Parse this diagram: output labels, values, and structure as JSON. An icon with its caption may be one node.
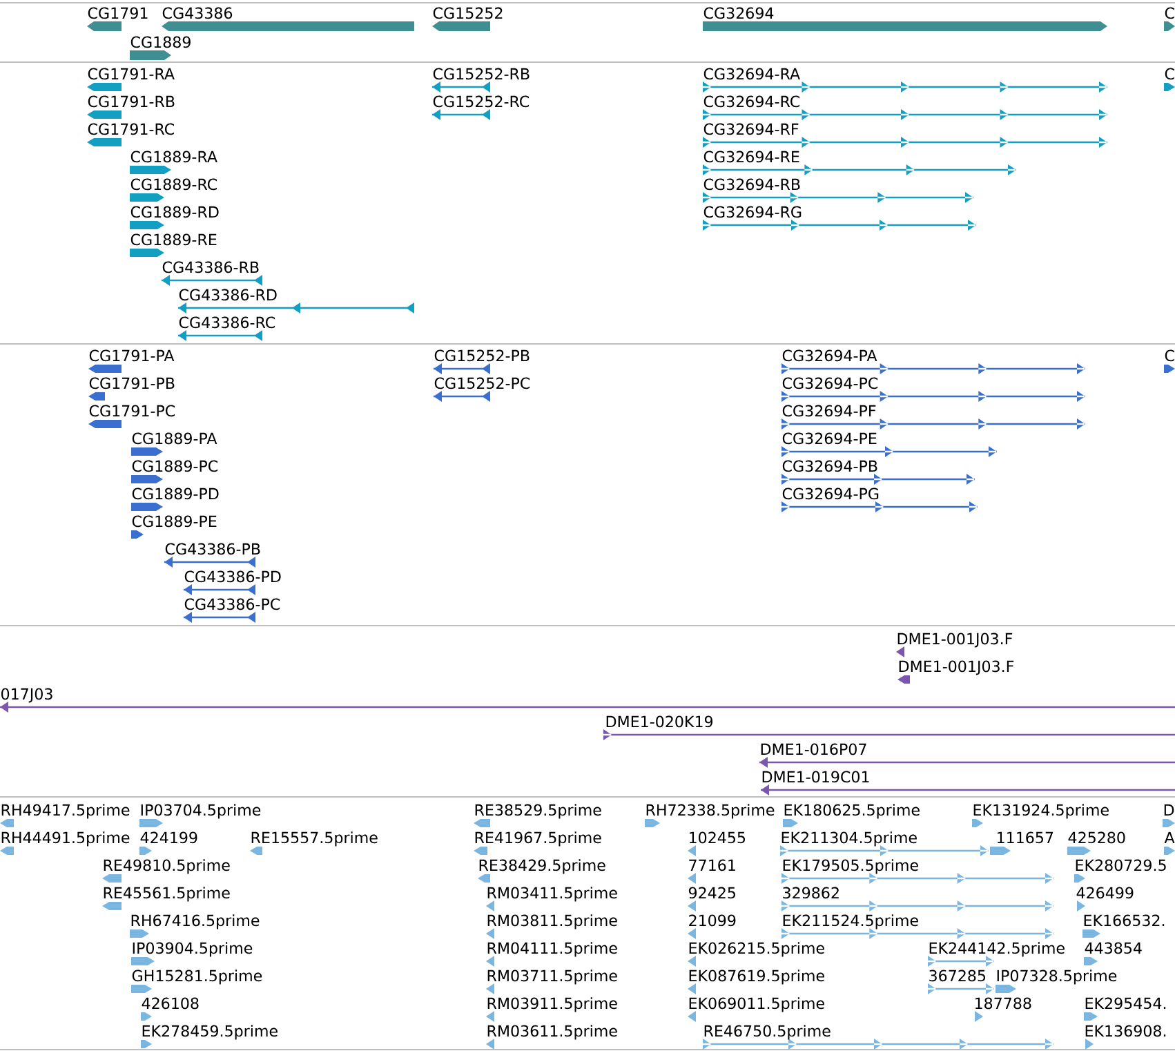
{
  "diagram": {
    "labels": [
      "CG1791",
      "CG43386",
      "CG15252",
      "CG32694",
      "C",
      "CG1889",
      "CG1791-RA",
      "CG15252-RB",
      "CG32694-RA",
      "C",
      "CG1791-RB",
      "CG15252-RC",
      "CG32694-RC",
      "CG1791-RC",
      "CG32694-RF",
      "CG1889-RA",
      "CG32694-RE",
      "CG1889-RC",
      "CG32694-RB",
      "CG1889-RD",
      "CG32694-RG",
      "CG1889-RE",
      "CG43386-RB",
      "CG43386-RD",
      "CG43386-RC",
      "CG1791-PA",
      "CG15252-PB",
      "CG32694-PA",
      "C",
      "CG1791-PB",
      "CG15252-PC",
      "CG32694-PC",
      "CG1791-PC",
      "CG32694-PF",
      "CG1889-PA",
      "CG32694-PE",
      "CG1889-PC",
      "CG32694-PB",
      "CG1889-PD",
      "CG32694-PG",
      "CG1889-PE",
      "CG43386-PB",
      "CG43386-PD",
      "CG43386-PC",
      "DME1-001J03.F",
      "DME1-001J03.F",
      "017J03",
      "DME1-020K19",
      "DME1-016P07",
      "DME1-019C01",
      "RH49417.5prime",
      "IP03704.5prime",
      "RE38529.5prime",
      "RH72338.5prime",
      "EK180625.5prime",
      "EK131924.5prime",
      "D",
      "RH44491.5prime",
      "424199",
      "RE15557.5prime",
      "RE41967.5prime",
      "102455",
      "EK211304.5prime",
      "111657",
      "425280",
      "A",
      "RE49810.5prime",
      "RE38429.5prime",
      "77161",
      "EK179505.5prime",
      "EK280729.5",
      "RE45561.5prime",
      "RM03411.5prime",
      "92425",
      "329862",
      "426499",
      "RH67416.5prime",
      "RM03811.5prime",
      "21099",
      "EK211524.5prime",
      "EK166532.",
      "IP03904.5prime",
      "RM04111.5prime",
      "EK026215.5prime",
      "EK244142.5prime",
      "443854",
      "GH15281.5prime",
      "RM03711.5prime",
      "EK087619.5prime",
      "367285",
      "IP07328.5prime",
      "426108",
      "RM03911.5prime",
      "EK069011.5prime",
      "187788",
      "EK295454.",
      "EK278459.5prime",
      "RM03611.5prime",
      "RE46750.5prime",
      "EK136908."
    ]
  }
}
